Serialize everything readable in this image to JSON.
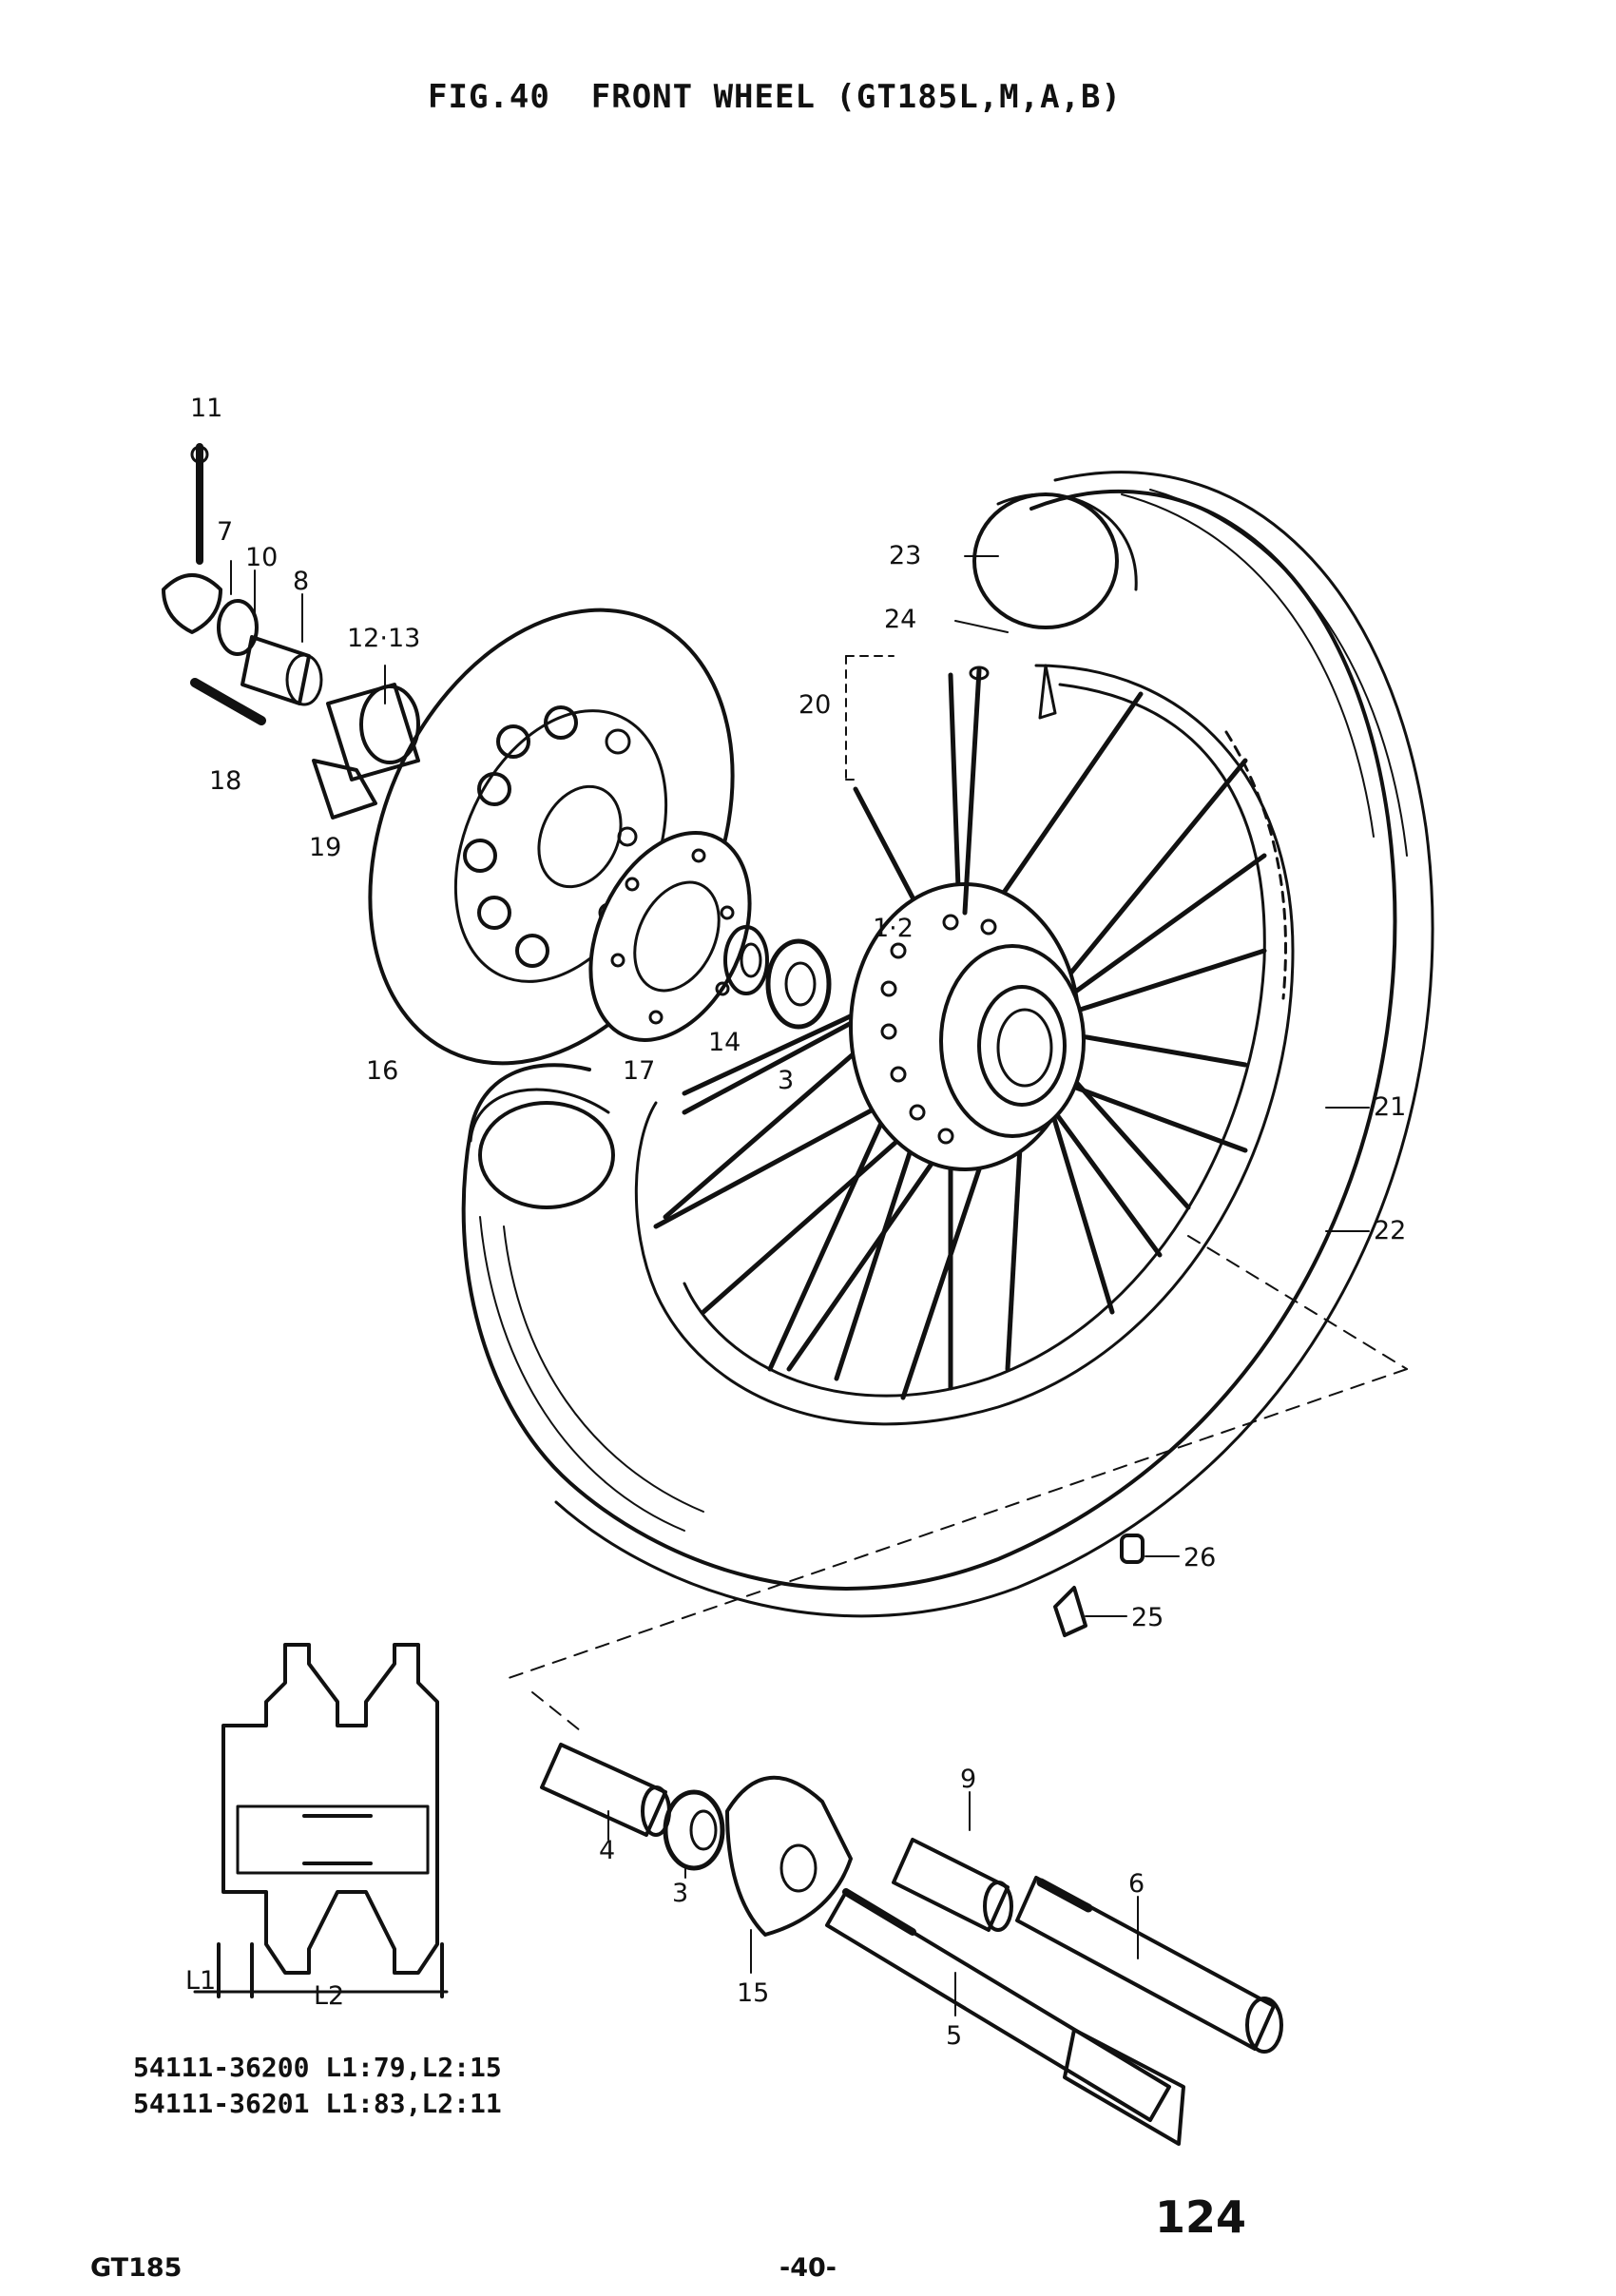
{
  "title": "FIG.40  FRONT WHEEL (GT185L,M,A,B)",
  "callouts": [
    {
      "id": "11",
      "label": "11"
    },
    {
      "id": "7",
      "label": "7"
    },
    {
      "id": "10",
      "label": "10"
    },
    {
      "id": "8",
      "label": "8"
    },
    {
      "id": "12-13",
      "label": "12·13"
    },
    {
      "id": "18",
      "label": "18"
    },
    {
      "id": "19",
      "label": "19"
    },
    {
      "id": "16",
      "label": "16"
    },
    {
      "id": "17",
      "label": "17"
    },
    {
      "id": "14",
      "label": "14"
    },
    {
      "id": "3-upper",
      "label": "3"
    },
    {
      "id": "1-2",
      "label": "1·2"
    },
    {
      "id": "20",
      "label": "20"
    },
    {
      "id": "24",
      "label": "24"
    },
    {
      "id": "23",
      "label": "23"
    },
    {
      "id": "21",
      "label": "21"
    },
    {
      "id": "22",
      "label": "22"
    },
    {
      "id": "26",
      "label": "26"
    },
    {
      "id": "25",
      "label": "25"
    },
    {
      "id": "4",
      "label": "4"
    },
    {
      "id": "3-lower",
      "label": "3"
    },
    {
      "id": "15",
      "label": "15"
    },
    {
      "id": "9",
      "label": "9"
    },
    {
      "id": "6",
      "label": "6"
    },
    {
      "id": "5",
      "label": "5"
    }
  ],
  "hub_dimensions": {
    "l1": "L1",
    "l2": "L2"
  },
  "part_numbers": [
    "54111-36200 L1:79,L2:15",
    "54111-36201 L1:83,L2:11"
  ],
  "page_number": "124",
  "footer_model": "GT185",
  "footer_page": "-40-"
}
